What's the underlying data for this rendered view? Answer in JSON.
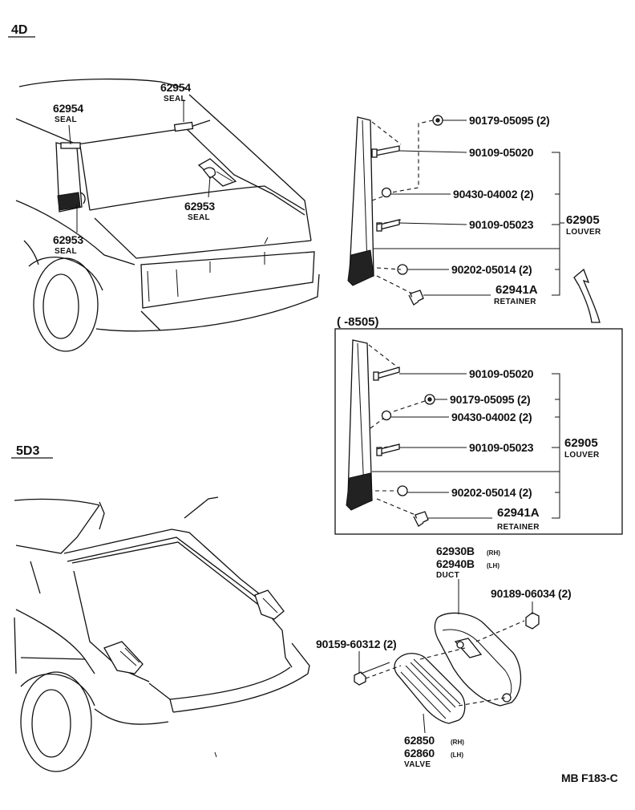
{
  "sections": {
    "top": "4D",
    "bottom": "5D3"
  },
  "inset": {
    "range": "(      -8505)"
  },
  "footer": {
    "code": "MB F183-C"
  },
  "callouts": {
    "seal_top_right": {
      "num": "62954",
      "name": "SEAL"
    },
    "seal_top_left": {
      "num": "62954",
      "name": "SEAL"
    },
    "seal_mid_right": {
      "num": "62953",
      "name": "SEAL"
    },
    "seal_mid_left": {
      "num": "62953",
      "name": "SEAL"
    },
    "nut_a": {
      "num": "90179-05095 (2)"
    },
    "screw_a": {
      "num": "90109-05020"
    },
    "clip_a": {
      "num": "90430-04002 (2)"
    },
    "screw_b": {
      "num": "90109-05023"
    },
    "louver_a": {
      "num": "62905",
      "name": "LOUVER"
    },
    "washer_a": {
      "num": "90202-05014 (2)"
    },
    "retainer_a": {
      "num": "62941A",
      "name": "RETAINER"
    },
    "screw_c": {
      "num": "90109-05020"
    },
    "nut_b": {
      "num": "90179-05095 (2)"
    },
    "clip_b": {
      "num": "90430-04002 (2)"
    },
    "screw_d": {
      "num": "90109-05023"
    },
    "louver_b": {
      "num": "62905",
      "name": "LOUVER"
    },
    "washer_b": {
      "num": "90202-05014 (2)"
    },
    "retainer_b": {
      "num": "62941A",
      "name": "RETAINER"
    },
    "duct": {
      "num_rh": "62930B",
      "sub_rh": "(RH)",
      "num_lh": "62940B",
      "sub_lh": "(LH)",
      "name": "DUCT"
    },
    "nut_duct": {
      "num": "90189-06034 (2)"
    },
    "screw_valve": {
      "num": "90159-60312 (2)"
    },
    "valve": {
      "num_rh": "62850",
      "sub_rh": "(RH)",
      "num_lh": "62860",
      "sub_lh": "(LH)",
      "name": "VALVE"
    }
  }
}
